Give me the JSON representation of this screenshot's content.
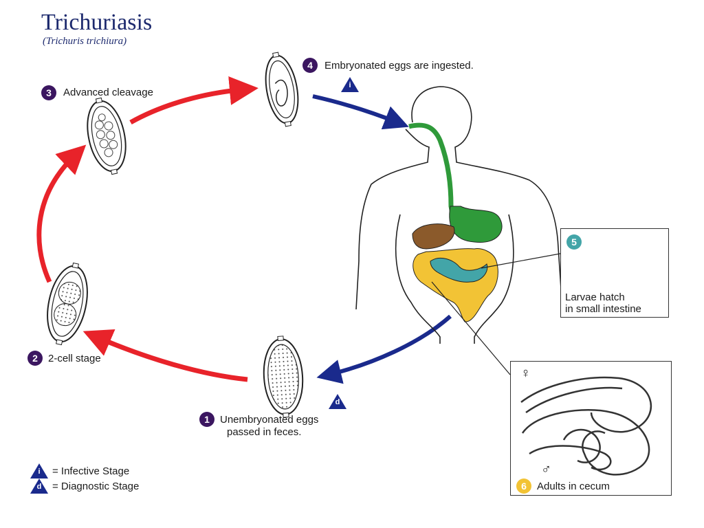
{
  "title": "Trichuriasis",
  "subtitle": "(Trichuris trichiura)",
  "stages": [
    {
      "num": "1",
      "text_line1": "Unembryonated eggs",
      "text_line2": "passed in feces."
    },
    {
      "num": "2",
      "text_line1": "2-cell stage"
    },
    {
      "num": "3",
      "text_line1": "Advanced cleavage"
    },
    {
      "num": "4",
      "text_line1": "Embryonated eggs are ingested."
    },
    {
      "num": "5",
      "text_line1": "Larvae hatch",
      "text_line2": "in small intestine"
    },
    {
      "num": "6",
      "text_line1": "Adults in cecum"
    }
  ],
  "markers": {
    "infective": "i",
    "diagnostic": "d",
    "female": "♀",
    "male": "♂"
  },
  "legend": {
    "infective": "= Infective Stage",
    "diagnostic": "= Diagnostic Stage"
  },
  "colors": {
    "title": "#1d2a6e",
    "badge": "#3b1660",
    "badge5": "#43a5a8",
    "badge6": "#f2c335",
    "red_arrow": "#e8232a",
    "blue_arrow": "#1a2a8c",
    "stomach": "#2f9a3a",
    "liver": "#8b5a2b",
    "small_intestine": "#43a5a8",
    "large_intestine": "#f2c335"
  }
}
